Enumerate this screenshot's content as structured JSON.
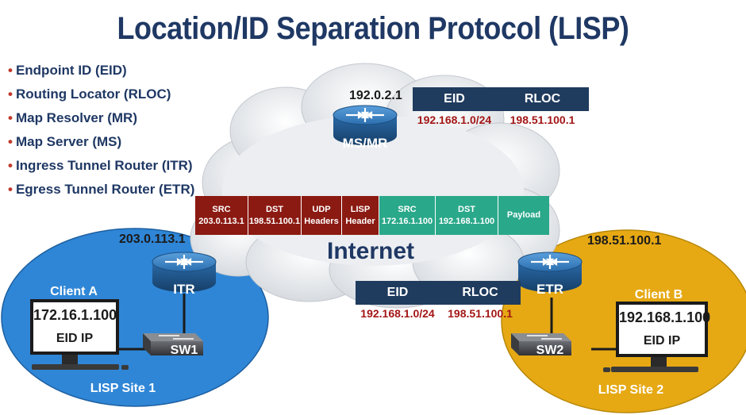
{
  "title": "Location/ID Separation Protocol (LISP)",
  "terms": [
    {
      "label": "Endpoint ID (EID)"
    },
    {
      "label": "Routing Locator (RLOC)"
    },
    {
      "label": "Map Resolver (MR)"
    },
    {
      "label": "Map Server (MS)"
    },
    {
      "label": "Ingress Tunnel Router (ITR)"
    },
    {
      "label": "Egress Tunnel Router (ETR)"
    }
  ],
  "bullet": "•",
  "msmr": {
    "ip": "192.0.2.1",
    "label": "MS/MR"
  },
  "map_table_top": {
    "eid_header": "EID",
    "rloc_header": "RLOC",
    "eid": "192.168.1.0/24",
    "rloc": "198.51.100.1"
  },
  "map_table_bottom": {
    "eid_header": "EID",
    "rloc_header": "RLOC",
    "eid": "192.168.1.0/24",
    "rloc": "198.51.100.1"
  },
  "packet": [
    {
      "line1": "SRC",
      "line2": "203.0.113.1",
      "color": "#8b1a12"
    },
    {
      "line1": "DST",
      "line2": "198.51.100.1",
      "color": "#8b1a12"
    },
    {
      "line1": "UDP",
      "line2": "Headers",
      "color": "#8b1a12"
    },
    {
      "line1": "LISP",
      "line2": "Header",
      "color": "#8b1a12"
    },
    {
      "line1": "SRC",
      "line2": "172.16.1.100",
      "color": "#2aa88a"
    },
    {
      "line1": "DST",
      "line2": "192.168.1.100",
      "color": "#2aa88a"
    },
    {
      "line1": "Payload",
      "line2": "",
      "color": "#2aa88a"
    }
  ],
  "internet_label": "Internet",
  "site1": {
    "router_ip": "203.0.113.1",
    "router_label": "ITR",
    "switch_label": "SW1",
    "client_name": "Client A",
    "client_ip": "172.16.1.100",
    "client_sub": "EID IP",
    "site_label": "LISP Site 1"
  },
  "site2": {
    "router_ip": "198.51.100.1",
    "router_label": "ETR",
    "switch_label": "SW2",
    "client_name": "Client B",
    "client_ip": "192.168.1.100",
    "client_sub": "EID IP",
    "site_label": "LISP Site 2"
  },
  "colors": {
    "title": "#1f3864",
    "site1": "#2f86d6",
    "site2": "#e6a914",
    "router": "#2c6fb0",
    "table_header": "#1f3b5e",
    "table_values": "#a31616",
    "rloc_cells": "#8b1a12",
    "eid_cells": "#2aa88a"
  }
}
